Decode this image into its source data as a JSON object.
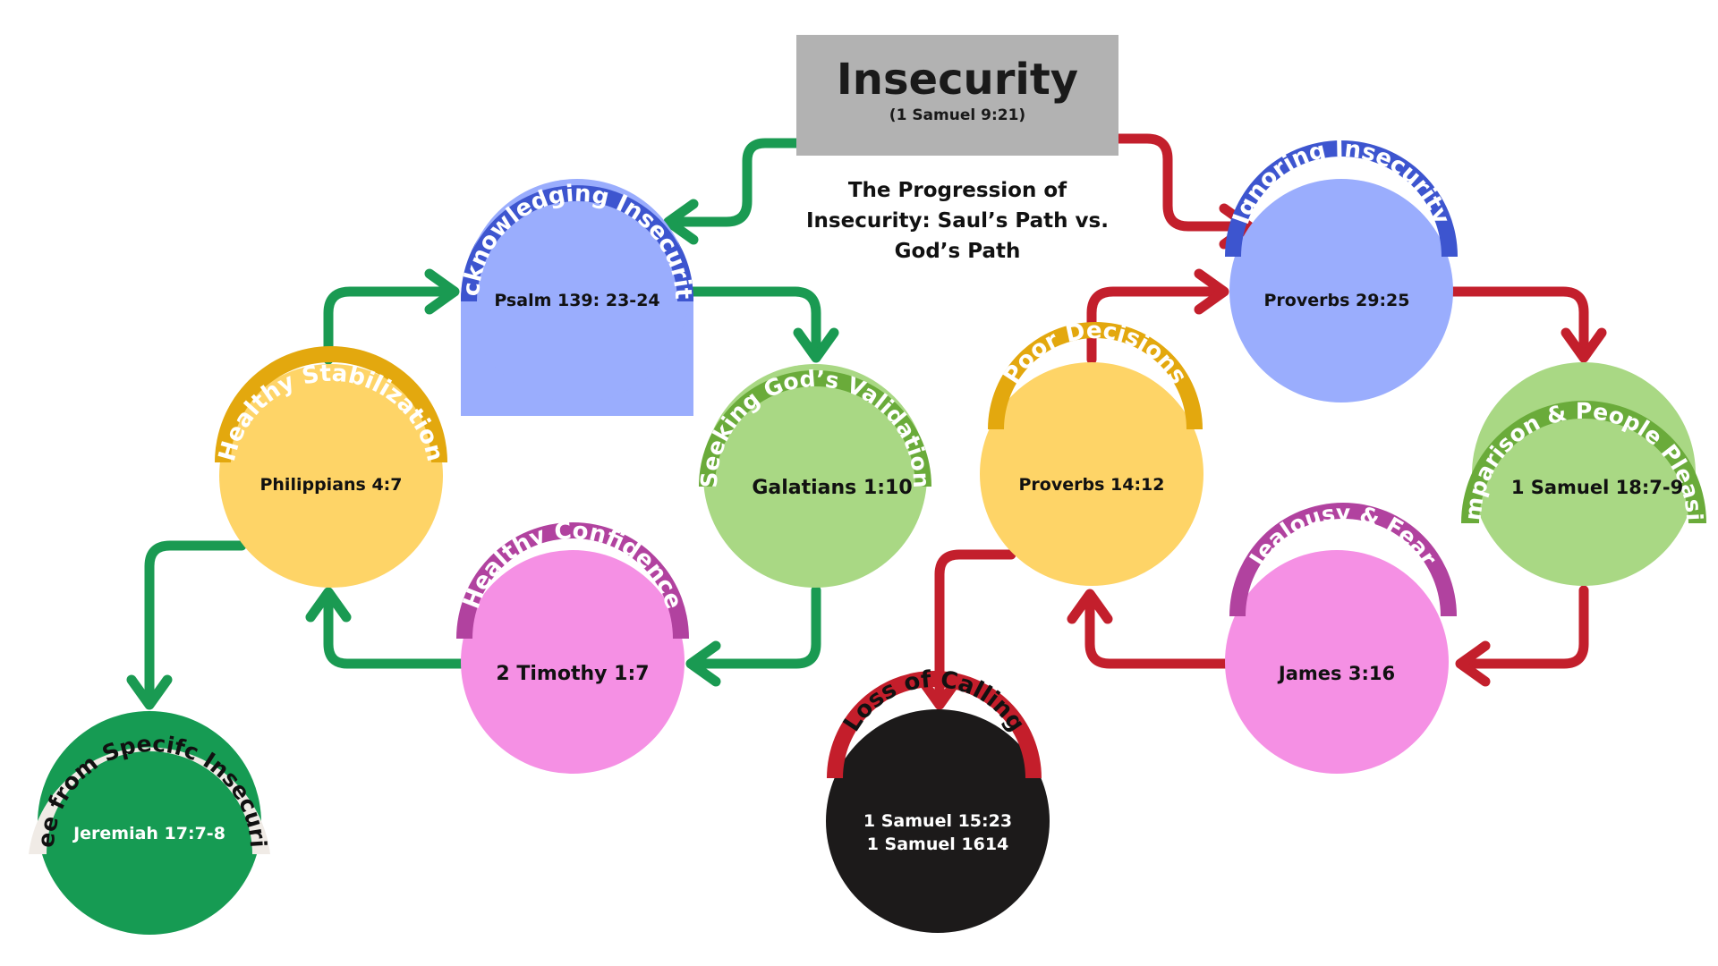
{
  "title": {
    "main": "Insecurity",
    "reference": "(1 Samuel 9:21)"
  },
  "subtitle": {
    "lines": [
      "The Progression of",
      "Insecurity: Saul’s Path vs.",
      "God’s Path"
    ]
  },
  "colors": {
    "god_path_arrow": "#1a9a52",
    "saul_path_arrow": "#c31f2c",
    "title_box": "#b2b2b2",
    "blue_fill": "#9aadfd",
    "blue_band": "#3d55cf",
    "green_fill": "#a9d884",
    "green_band": "#6aab3a",
    "yellow_fill": "#fed467",
    "yellow_band": "#e3a80e",
    "pink_fill": "#f590e4",
    "pink_band": "#b1429f",
    "dark_green_fill": "#169b53",
    "light_band": "#f0ebe6",
    "black_fill": "#1c1a1a",
    "red_band": "#c41e2b"
  },
  "gods_path": {
    "acknowledging": {
      "label": "Acknowledging Insecurity",
      "reference": "Psalm 139: 23-24"
    },
    "seeking_validation": {
      "label": "Seeking God’s Validation",
      "reference": "Galatians 1:10"
    },
    "healthy_confidence": {
      "label": "Healthy Confidence",
      "reference": "2 Timothy 1:7"
    },
    "healthy_stabilization": {
      "label": "Healthy Stabilization",
      "reference": "Philippians 4:7"
    },
    "free_from_insecurity": {
      "label": "Free from Specifc Insecurity",
      "reference": "Jeremiah 17:7-8"
    }
  },
  "sauls_path": {
    "ignoring": {
      "label": "Ignoring Insecurity",
      "reference": "Proverbs 29:25"
    },
    "comparison": {
      "label": "Comparison & People Pleasing",
      "reference": "1 Samuel 18:7-9"
    },
    "jealousy": {
      "label": "Jealousy & Fear",
      "reference": "James 3:16"
    },
    "poor_decisions": {
      "label": "Poor Decisions",
      "reference": "Proverbs 14:12"
    },
    "loss_of_calling": {
      "label": "Loss of Calling",
      "reference_lines": [
        "1 Samuel 15:23",
        "1 Samuel 1614"
      ]
    }
  }
}
